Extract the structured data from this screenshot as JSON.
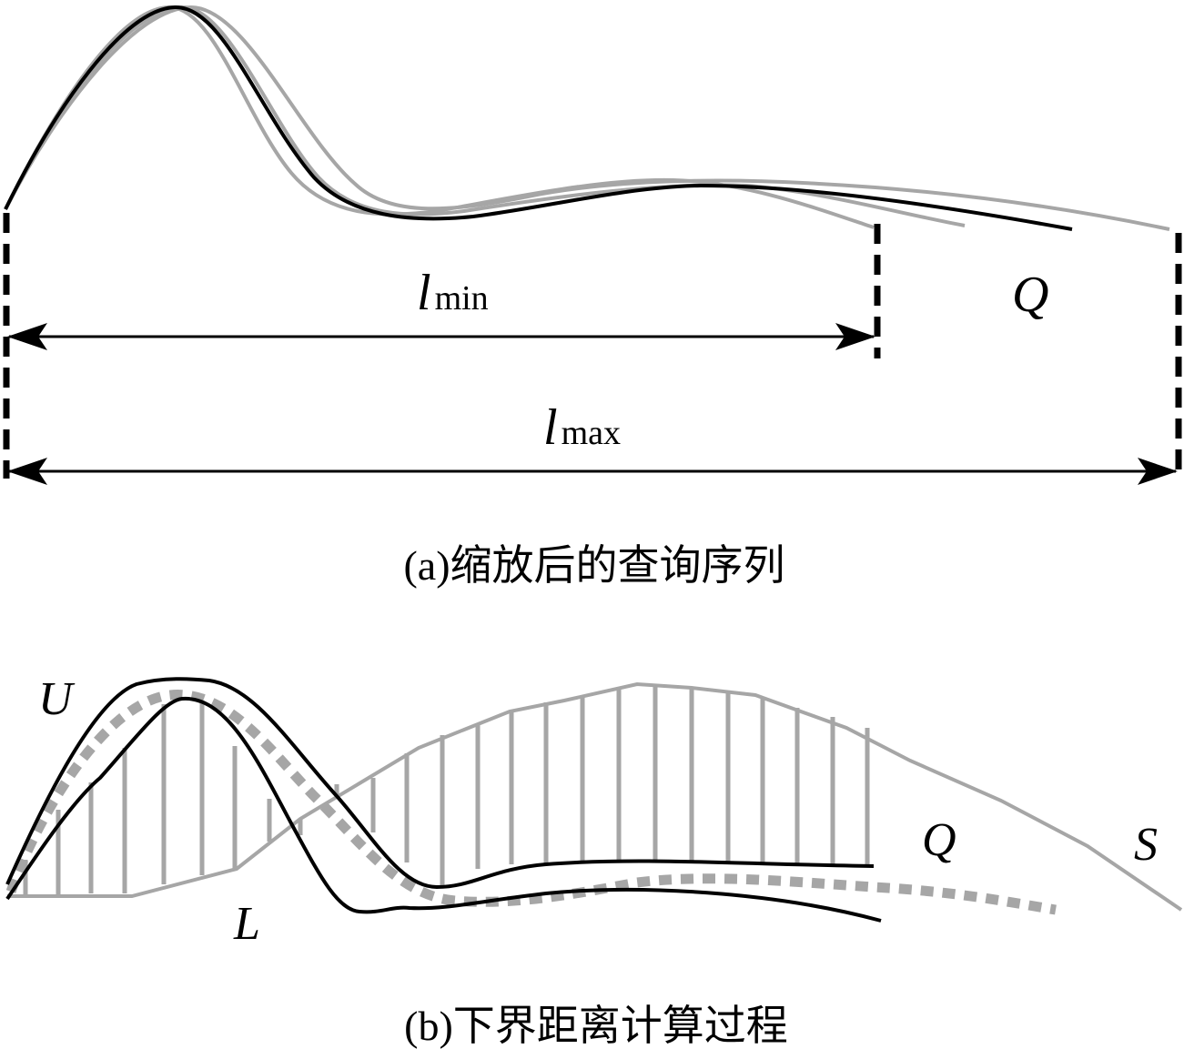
{
  "panel_a": {
    "l_min_base": "l",
    "l_min_sub": "min",
    "l_max_base": "l",
    "l_max_sub": "max",
    "series_label": "Q",
    "caption": "(a)缩放后的查询序列"
  },
  "panel_b": {
    "upper_label": "U",
    "lower_label": "L",
    "query_label": "Q",
    "candidate_label": "S",
    "caption": "(b)下界距离计算过程"
  },
  "colors": {
    "black": "#000000",
    "gray": "#a6a6a6"
  }
}
